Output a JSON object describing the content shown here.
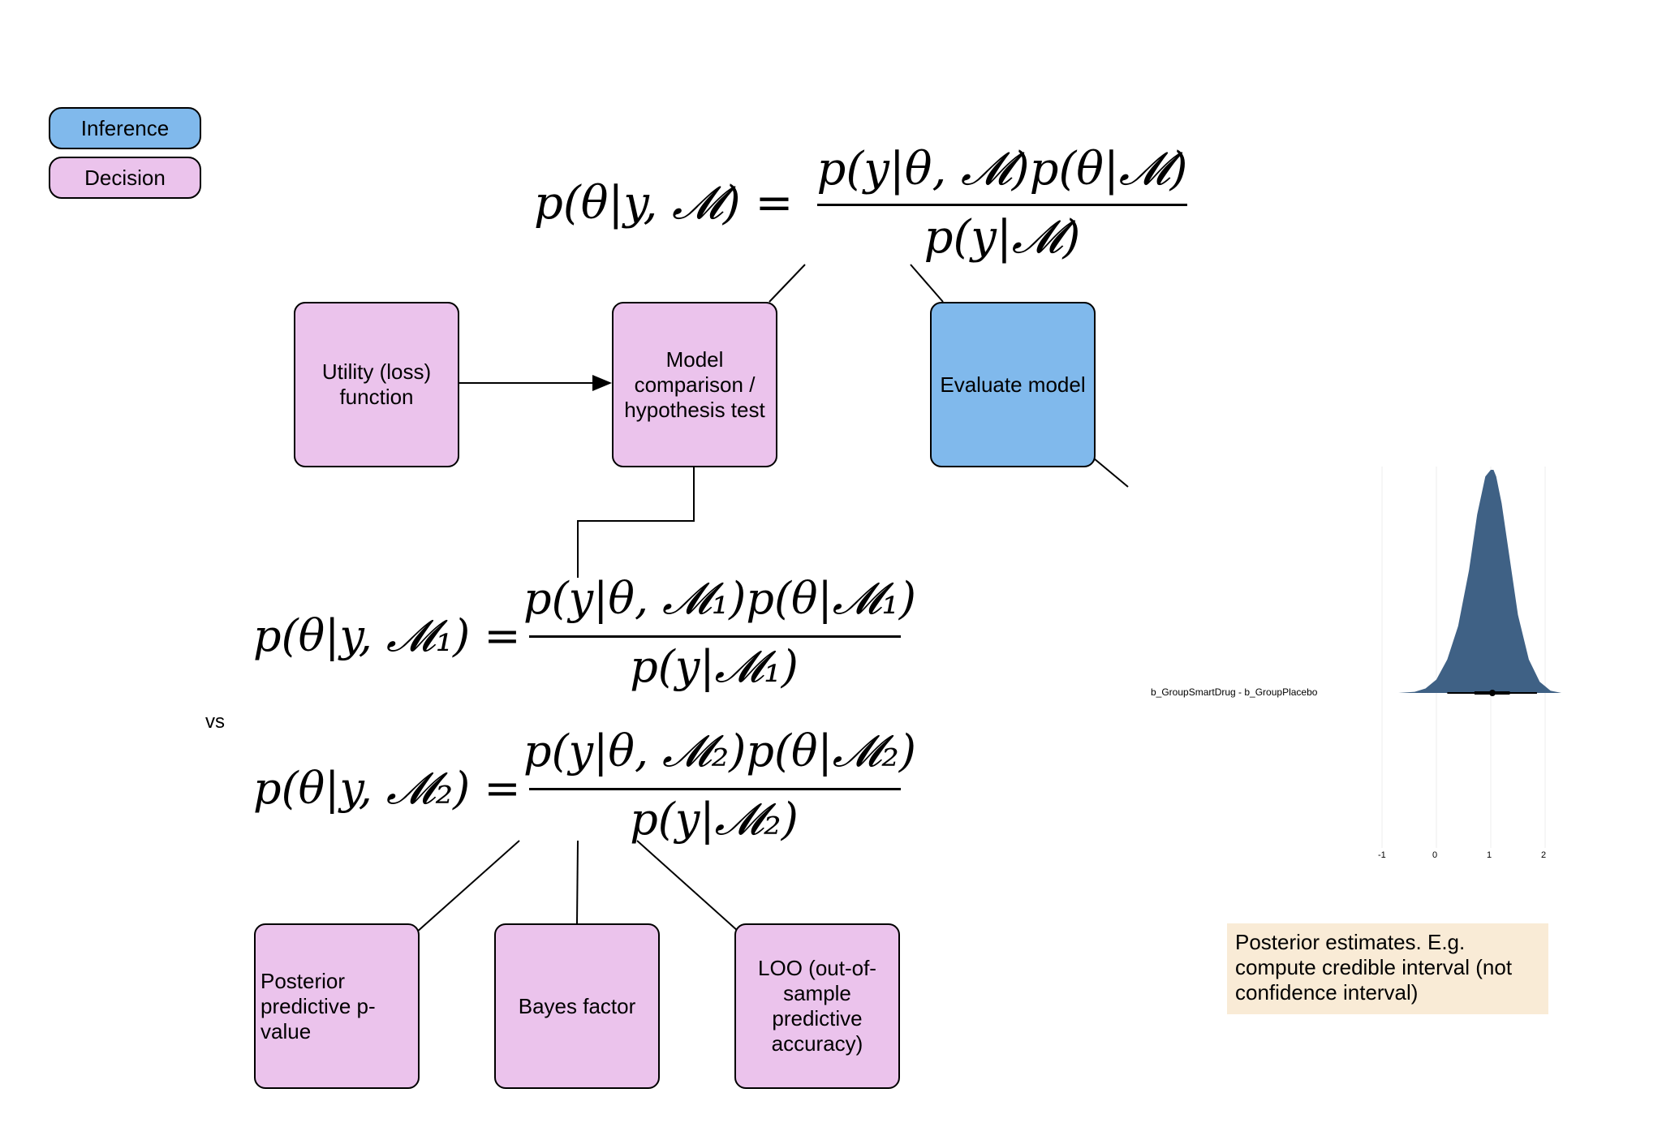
{
  "legend": {
    "inference": "Inference",
    "decision": "Decision"
  },
  "colors": {
    "inference": "#80b9ec",
    "decision": "#ebc3ec",
    "note": "#f9ebd6",
    "density": "#3f6185"
  },
  "equations": {
    "main": {
      "lhs": "p(θ|y, 𝓜) =",
      "num": "p(y|θ, 𝓜)p(θ|𝓜)",
      "den": "p(y|𝓜)"
    },
    "m1": {
      "lhs": "p(θ|y, 𝓜₁) =",
      "num": "p(y|θ, 𝓜₁)p(θ|𝓜₁)",
      "den": "p(y|𝓜₁)"
    },
    "m2": {
      "lhs": "p(θ|y, 𝓜₂) =",
      "num": "p(y|θ, 𝓜₂)p(θ|𝓜₂)",
      "den": "p(y|𝓜₂)"
    }
  },
  "vs": "vs",
  "boxes": {
    "utility": "Utility (loss) function",
    "model_comparison": "Model comparison / hypothesis test",
    "evaluate": "Evaluate model",
    "ppp": "Posterior predictive p-value",
    "bayes": "Bayes factor",
    "loo": "LOO (out-of-sample predictive accuracy)"
  },
  "note": "Posterior estimates. E.g. compute credible interval (not confidence interval)",
  "chart_data": {
    "type": "area",
    "label": "b_GroupSmartDrug - b_GroupPlacebo",
    "xlim": [
      -1,
      2.4
    ],
    "x_ticks": [
      "-1",
      "0",
      "1",
      "2"
    ],
    "grid": true,
    "density": {
      "x": [
        -0.7,
        -0.4,
        -0.2,
        0.0,
        0.2,
        0.4,
        0.6,
        0.75,
        0.9,
        1.0,
        1.05,
        1.1,
        1.2,
        1.35,
        1.5,
        1.7,
        1.9,
        2.1,
        2.3
      ],
      "y": [
        0.0,
        0.005,
        0.02,
        0.06,
        0.15,
        0.3,
        0.55,
        0.8,
        0.97,
        1.0,
        1.0,
        0.97,
        0.85,
        0.6,
        0.35,
        0.15,
        0.05,
        0.01,
        0.0
      ]
    },
    "point_estimate": 1.03,
    "interval_inner": [
      0.7,
      1.35
    ],
    "interval_outer": [
      0.2,
      1.85
    ]
  }
}
